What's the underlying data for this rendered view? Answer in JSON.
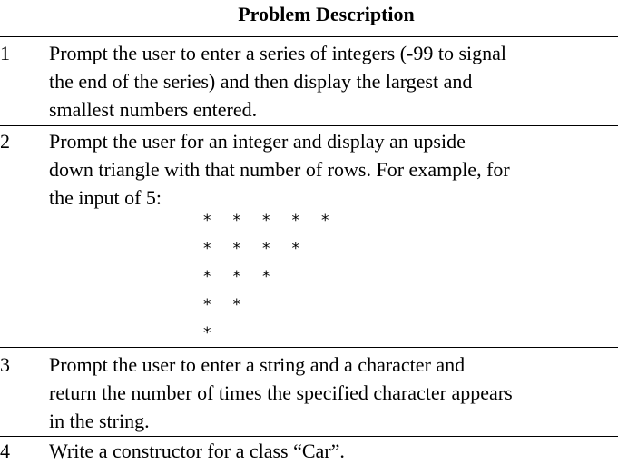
{
  "table": {
    "header": "Problem Description",
    "rows": [
      {
        "num": "1",
        "lines": [
          "Prompt the user to enter a series of integers (-99 to signal",
          "the end of the series) and then display the largest and",
          "smallest numbers entered."
        ]
      },
      {
        "num": "2",
        "lines": [
          "Prompt the user for an integer and display an upside",
          "down triangle with that number of rows. For example, for",
          "the input of 5:"
        ],
        "example_rows": [
          5,
          4,
          3,
          2,
          1
        ],
        "star_glyph": "*"
      },
      {
        "num": "3",
        "lines": [
          "Prompt the user to enter a string and a character and",
          "return the number of times the specified character appears",
          "in the string."
        ]
      },
      {
        "num": "4",
        "lines": [
          "Write a constructor for a class “Car”."
        ]
      }
    ]
  }
}
